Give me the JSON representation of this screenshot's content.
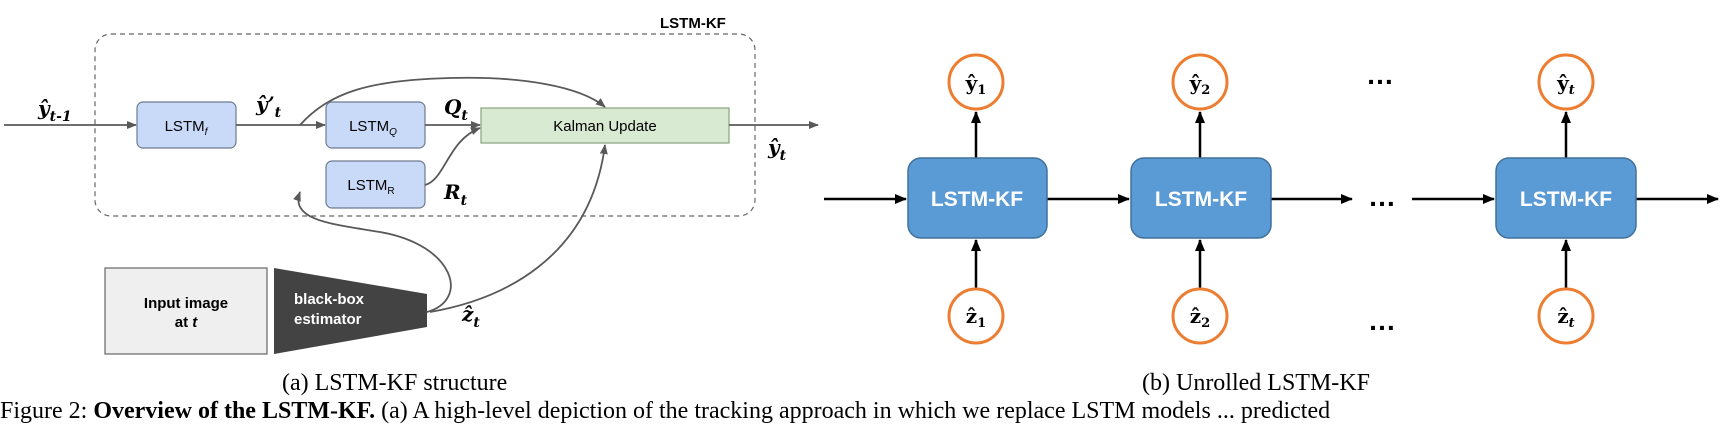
{
  "part_a": {
    "container_label": "LSTM-KF",
    "lstm_f": {
      "main": "LSTM",
      "sub": "f"
    },
    "lstm_q": {
      "main": "LSTM",
      "sub": "Q"
    },
    "lstm_r": {
      "main": "LSTM",
      "sub": "R"
    },
    "kalman_update": "Kalman Update",
    "input_image": {
      "line1": "Input image",
      "line2_text": "at ",
      "line2_var": "t"
    },
    "estimator": {
      "line1": "black-box",
      "line2": "estimator"
    },
    "labels": {
      "y_prev": {
        "base": "ŷ",
        "sub": "t-1"
      },
      "y_prime": {
        "base": "ŷ’",
        "sub": "t"
      },
      "q_t": {
        "base": "Q",
        "sub": "t"
      },
      "r_t": {
        "base": "R",
        "sub": "t"
      },
      "y_t": {
        "base": "ŷ",
        "sub": "t"
      },
      "z_t": {
        "base": "ẑ",
        "sub": "t"
      }
    },
    "colors": {
      "lstm_fill": "#c9daf8",
      "lstm_stroke": "#6d7b8f",
      "kalman_fill": "#d9ead3",
      "kalman_stroke": "#8aa07e",
      "input_fill": "#efefef",
      "estimator_fill": "#434343",
      "arrow": "#595959"
    }
  },
  "part_b": {
    "cells": [
      "LSTM-KF",
      "LSTM-KF",
      "LSTM-KF"
    ],
    "outputs": [
      {
        "base": "ŷ",
        "sub": "1"
      },
      {
        "base": "ŷ",
        "sub": "2"
      },
      {
        "base": "ŷ",
        "sub": "t"
      }
    ],
    "inputs": [
      {
        "base": "ẑ",
        "sub": "1"
      },
      {
        "base": "ẑ",
        "sub": "2"
      },
      {
        "base": "ẑ",
        "sub": "t"
      }
    ],
    "ellipsis": "…",
    "colors": {
      "cell_fill": "#5b9bd5",
      "cell_stroke": "#41719c",
      "circle_stroke": "#ed7d31",
      "arrow": "#000000"
    }
  },
  "captions": {
    "a": "(a) LSTM-KF structure",
    "b": "(b) Unrolled LSTM-KF",
    "figure_prefix": "Figure 2: ",
    "figure_bold": "Overview of the LSTM-KF.",
    "figure_rest": " (a) A high-level depiction of the tracking approach in which we replace LSTM models ... predicted"
  }
}
